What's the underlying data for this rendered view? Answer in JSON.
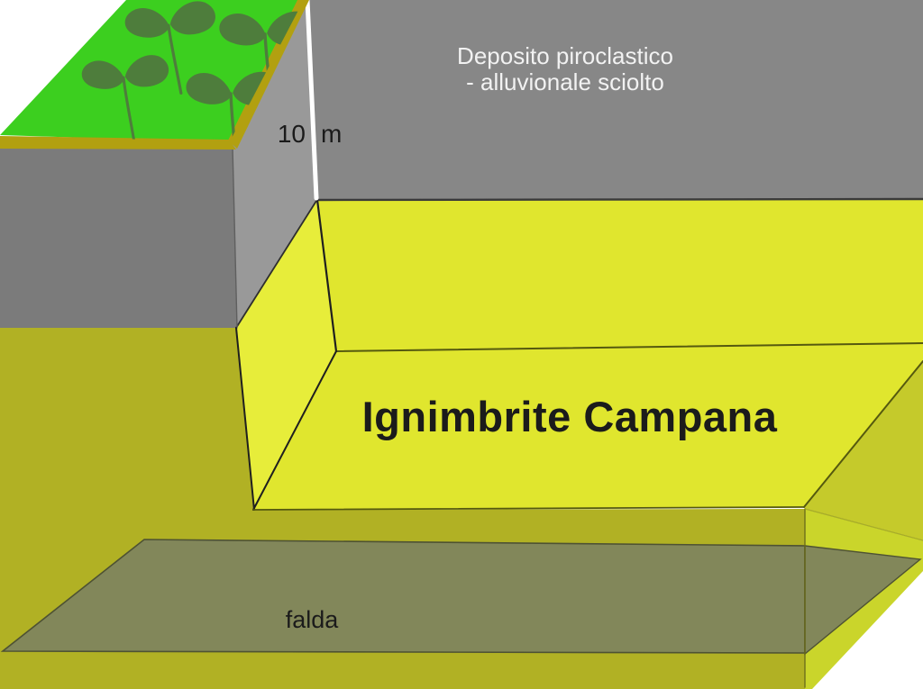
{
  "diagram": {
    "type": "geological-block-diagram",
    "labels": {
      "deposit_line1": "Deposito piroclastico",
      "deposit_line2": "- alluvionale sciolto",
      "thickness_value": "10",
      "thickness_unit": "m",
      "ignimbrite": "Ignimbrite Campana",
      "water_table": "falda"
    },
    "colors": {
      "background": "#ffffff",
      "deposit_gray_top": "#878787",
      "deposit_gray_front": "#7b7b7b",
      "deposit_gray_side": "#999999",
      "grass_green": "#3ccf1f",
      "plant_green": "#4e7d3c",
      "soil_strip": "#b2a010",
      "ignimbrite_yellow": "#e0e62e",
      "ignimbrite_yellow_lit": "#e7ed3a",
      "ignimbrite_yellow_shaded": "#c5ca2b",
      "ground_olive": "#b1b124",
      "ground_side_lit": "#cad52b",
      "falda_gray": "#82875a",
      "label_dark": "#1b1b1b",
      "label_light": "#f2f2f2",
      "edge_white": "#ffffff"
    }
  }
}
